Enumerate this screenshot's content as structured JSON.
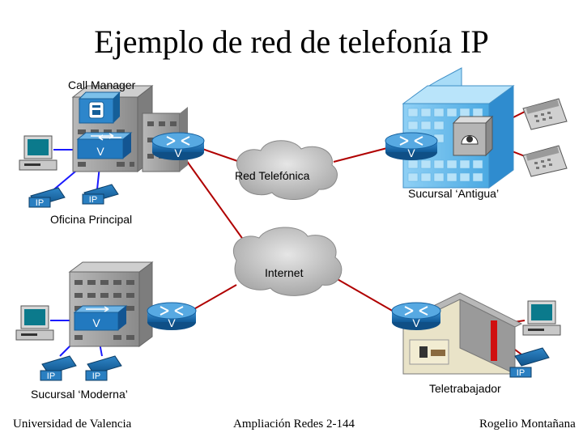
{
  "title": "Ejemplo de red de telefonía IP",
  "labels": {
    "call_manager": "Call Manager",
    "red_telefonica": "Red Telefónica",
    "sucursal_antigua": "Sucursal ‘Antigua’",
    "oficina_principal": "Oficina Principal",
    "internet": "Internet",
    "sucursal_moderna": "Sucursal ‘Moderna’",
    "teletrabajador": "Teletrabajador",
    "router_mark": "V",
    "phone_mark": "IP"
  },
  "footer": {
    "left": "Universidad de Valencia",
    "center": "Ampliación Redes 2-144",
    "right": "Rogelio Montañana"
  },
  "colors": {
    "ethernet": "#1a1aff",
    "wan": "#b00000",
    "pstn": "#b00000",
    "device_blue": "#1a6fb5",
    "building_gray": "#9a9a9a",
    "cloud": "#c8c8c8"
  }
}
